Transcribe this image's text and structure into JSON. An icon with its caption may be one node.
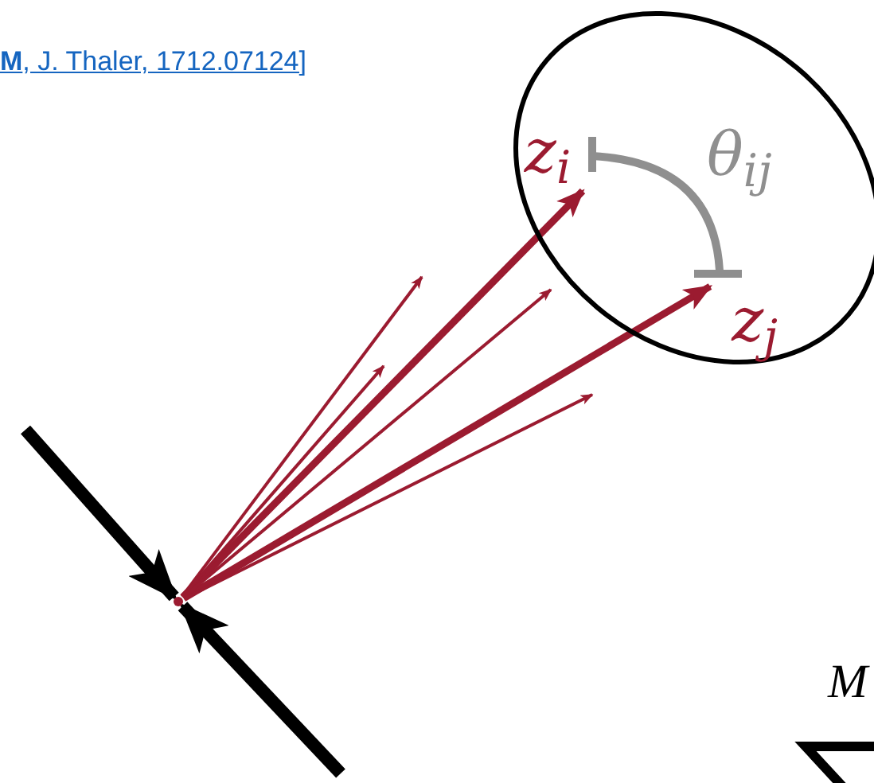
{
  "diagram": {
    "nodes": [
      {
        "text": [],
        "shape": "circle"
      },
      {
        "text": [],
        "shape": "ellipse"
      },
      {
        "text": [
          "z$_{i}$"
        ],
        "in": 1
      },
      {
        "text": [
          "z$_{j}$"
        ],
        "in": 1
      }
    ],
    "edges": [
      {
        "from": null,
        "to": 0,
        "arrow": "to",
        "style": "thick",
        "color": "#000000"
      },
      {
        "from": null,
        "to": 0,
        "arrow": "to",
        "style": "thick",
        "color": "#000000"
      },
      {
        "from": 0,
        "to": 2,
        "arrow": "to",
        "style": "thick"
      },
      {
        "from": 0,
        "to": 3,
        "arrow": "to",
        "style": "thick"
      },
      {
        "from": 0,
        "to": null,
        "arrow": "to"
      },
      {
        "from": 0,
        "to": null,
        "arrow": "to"
      },
      {
        "from": 0,
        "to": 1,
        "arrow": "to"
      },
      {
        "from": 0,
        "to": null,
        "arrow": "to"
      }
    ],
    "labels": [
      "**M**, J. Thaler, 1712.07124]",
      "θ$_{ij}$",
      "M"
    ]
  }
}
